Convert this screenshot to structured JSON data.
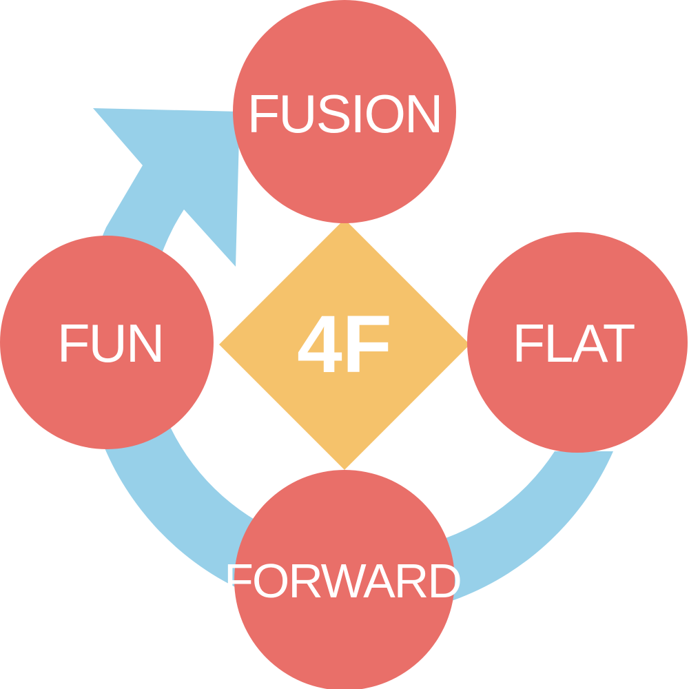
{
  "center": {
    "label": "4F"
  },
  "nodes": {
    "top": {
      "label": "FUSION"
    },
    "right": {
      "label": "FLAT"
    },
    "bottom": {
      "label": "FORWARD"
    },
    "left": {
      "label": "FUN"
    }
  },
  "colors": {
    "circle": "#e96f69",
    "diamond": "#f5c26b",
    "arrow": "#97d0e9",
    "text": "#ffffff"
  }
}
